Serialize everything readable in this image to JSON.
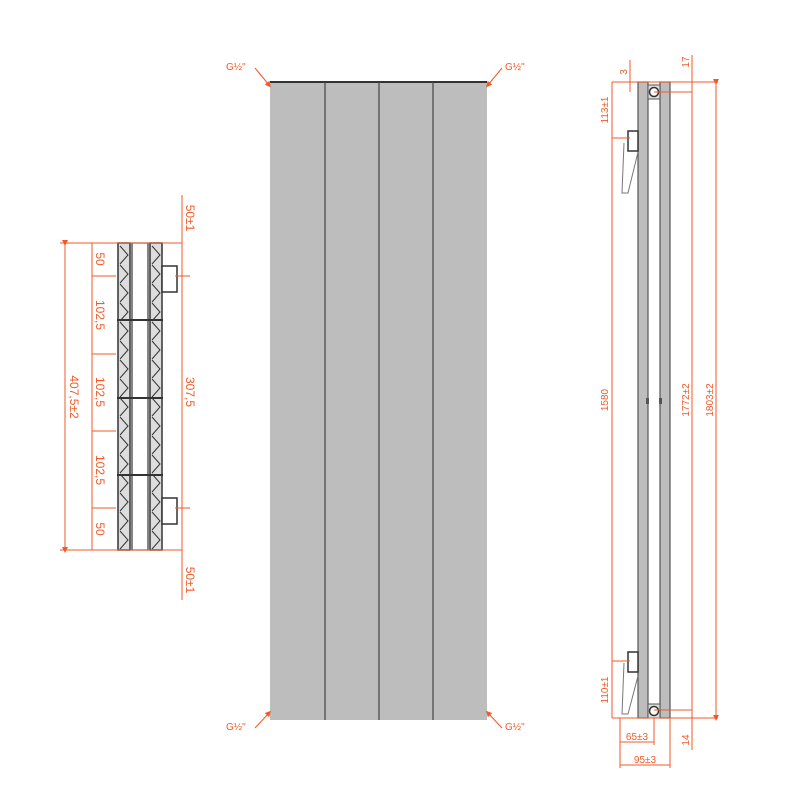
{
  "colors": {
    "dimension": "#f05a28",
    "panel": "#bdbdbd",
    "outline": "#333333"
  },
  "front_view": {
    "connections": [
      "G½\"",
      "G½\"",
      "G½\"",
      "G½\""
    ],
    "panel_count": 4
  },
  "top_view": {
    "top_offset": "50±1",
    "bottom_offset": "50±1",
    "total_width": "407,5±2",
    "centre_distance": "307,5",
    "segments": [
      "50",
      "102,5",
      "102,5",
      "102,5",
      "50"
    ]
  },
  "side_view": {
    "top_gap": "3",
    "top_pipe_offset": "17",
    "top_bracket": "113±1",
    "pipe_centres": "1580",
    "height_inner": "1772±2",
    "height_total": "1803±2",
    "bottom_bracket": "110±1",
    "bracket_depth": "65±3",
    "total_depth": "95±3",
    "bottom_pipe_offset": "14"
  }
}
